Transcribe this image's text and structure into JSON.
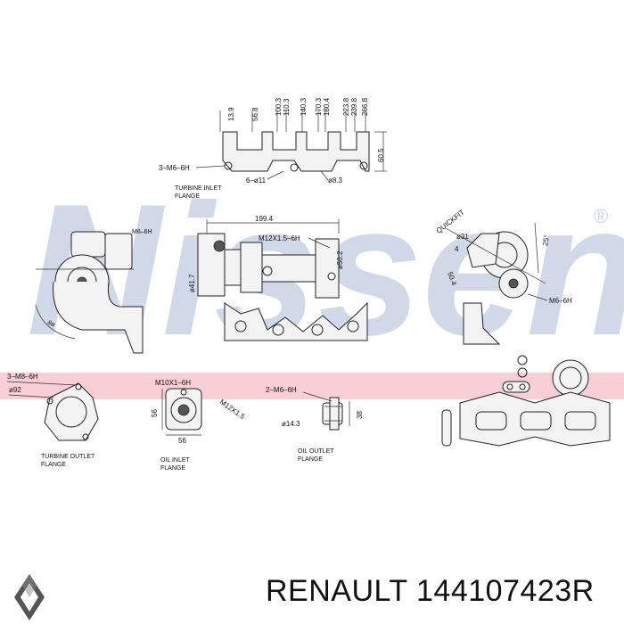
{
  "watermark": "Nissens",
  "registered_mark": "®",
  "flange_labels": {
    "turbine_inlet": [
      "TURBINE INLET",
      "FLANGE"
    ],
    "turbine_outlet": [
      "TURBINE OUTLET",
      "FLANGE"
    ],
    "oil_inlet": [
      "OIL INLET",
      "FLANGE"
    ],
    "oil_outlet": [
      "OIL OUTLET",
      "FLANGE"
    ],
    "quickfit": "QUICKFIT"
  },
  "dimensions": {
    "top_vertical": [
      "13.9",
      "56.8",
      "100.3",
      "110.3",
      "140.3",
      "170.3",
      "180.4",
      "223.8",
      "239.8",
      "266.8"
    ],
    "inlet_thread": "3–M6–6H",
    "inlet_holes": "6–ø11",
    "inlet_dia": "ø8.3",
    "inlet_height": "60.5",
    "overall_length": "199.4",
    "side_thread": "M12X1.5–6H",
    "side_dia_left": "ø41.7",
    "side_dia_right": "ø50.2",
    "quickfit_dia": "ø31",
    "quickfit_depth": "4",
    "quickfit_angle": "25°",
    "quickfit_len": "50.4",
    "right_thread": "M6–6H",
    "front_dia": "ø8",
    "outlet_thread": "3–M8–6H",
    "outlet_dia": "ø92",
    "oil_in_thread": "M10X1–6H",
    "oil_in_size": "56",
    "oil_in_width": "56",
    "oil_in_side": "M12X1.5",
    "oil_out_thread": "2–M6–6H",
    "oil_out_dia": "ø14.3",
    "oil_out_size": "38"
  },
  "footer": {
    "caption": "RENAULT  144107423R",
    "logo_icon": "renault-diamond-icon"
  },
  "colors": {
    "watermark": "#c9d3e6",
    "pink_band": "#f7cfd5"
  }
}
